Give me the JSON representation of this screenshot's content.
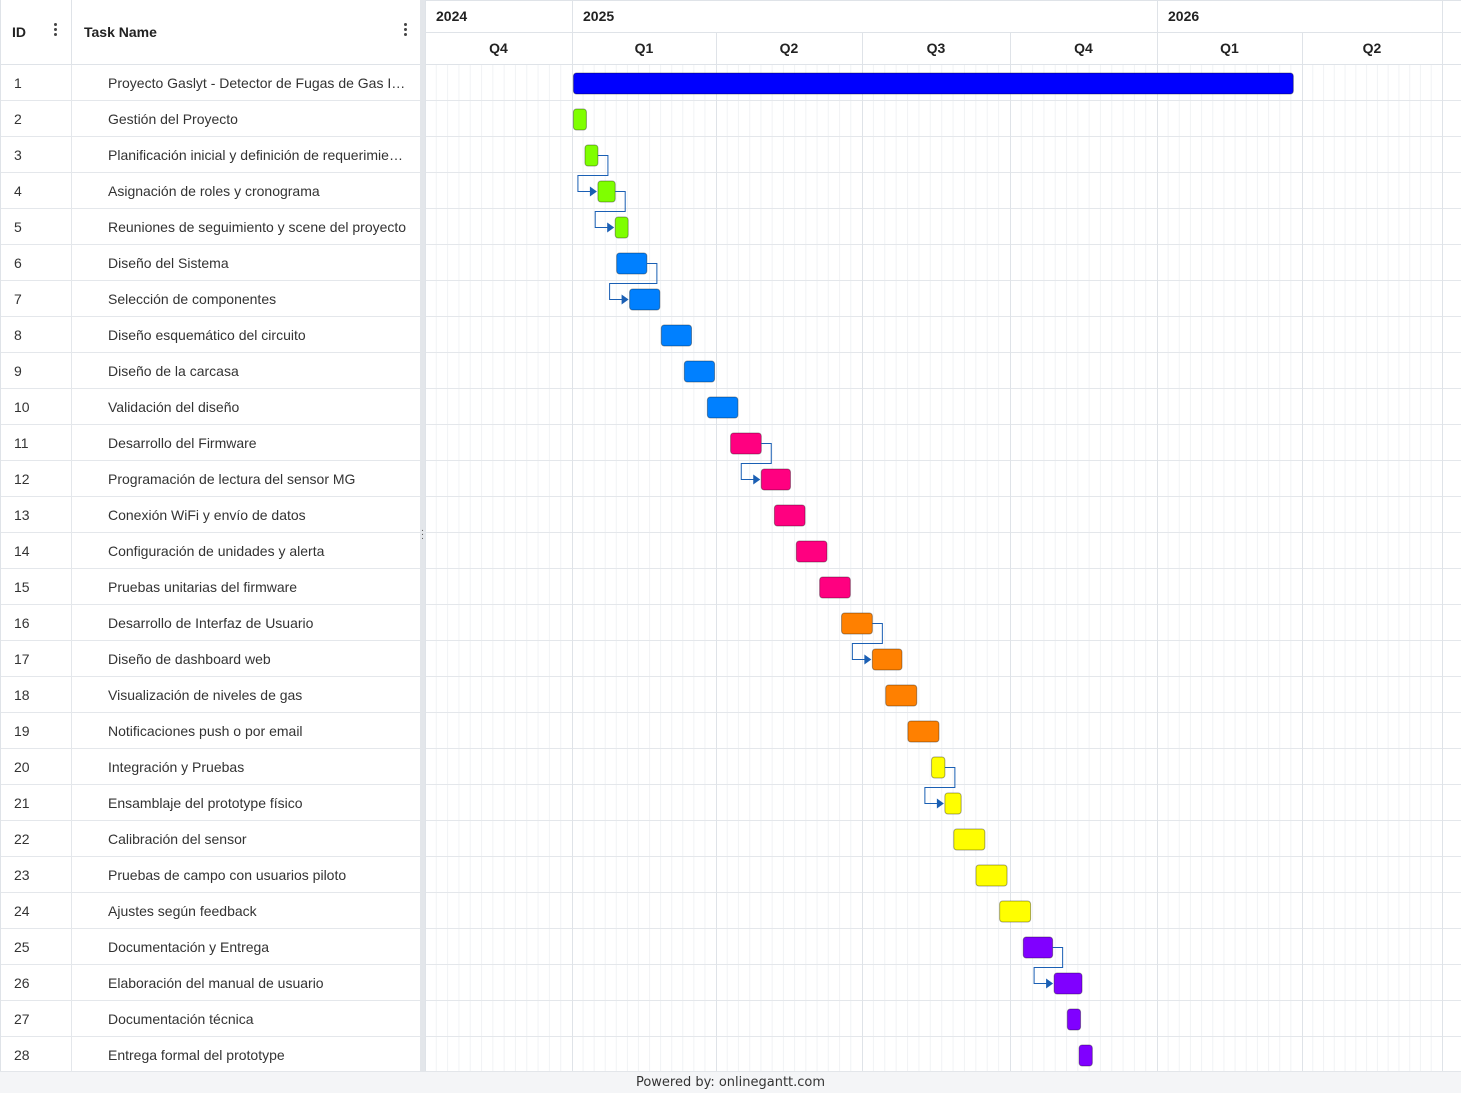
{
  "columns": {
    "id": "ID",
    "name": "Task Name"
  },
  "timeline": {
    "years": [
      "2024",
      "2025",
      "2026"
    ],
    "quarters": [
      "Q4",
      "Q1",
      "Q2",
      "Q3",
      "Q4",
      "Q1",
      "Q2"
    ]
  },
  "tasks": [
    {
      "id": "1",
      "name": "Proyecto Gaslyt - Detector de Fugas de Gas Inteligente",
      "color": "#0000ff",
      "start": 0.01,
      "end": 4.94
    },
    {
      "id": "2",
      "name": "Gestión del Proyecto",
      "color": "#7fff00",
      "start": 0.01,
      "end": 0.1
    },
    {
      "id": "3",
      "name": "Planificación inicial y definición de requerimientos",
      "color": "#7fff00",
      "start": 0.09,
      "end": 0.18
    },
    {
      "id": "4",
      "name": "Asignación de roles y cronograma",
      "color": "#7fff00",
      "start": 0.18,
      "end": 0.3
    },
    {
      "id": "5",
      "name": "Reuniones de seguimiento y scene del proyecto",
      "color": "#7fff00",
      "start": 0.3,
      "end": 0.39
    },
    {
      "id": "6",
      "name": "Diseño del Sistema",
      "color": "#0080ff",
      "start": 0.31,
      "end": 0.52
    },
    {
      "id": "7",
      "name": "Selección de componentes",
      "color": "#0080ff",
      "start": 0.4,
      "end": 0.61
    },
    {
      "id": "8",
      "name": "Diseño esquemático del circuito",
      "color": "#0080ff",
      "start": 0.62,
      "end": 0.83
    },
    {
      "id": "9",
      "name": "Diseño de la carcasa",
      "color": "#0080ff",
      "start": 0.78,
      "end": 0.99
    },
    {
      "id": "10",
      "name": "Validación del diseño",
      "color": "#0080ff",
      "start": 0.94,
      "end": 1.15
    },
    {
      "id": "11",
      "name": "Desarrollo del Firmware",
      "color": "#ff0080",
      "start": 1.1,
      "end": 1.31
    },
    {
      "id": "12",
      "name": "Programación de lectura del sensor MG",
      "color": "#ff0080",
      "start": 1.31,
      "end": 1.51
    },
    {
      "id": "13",
      "name": "Conexión WiFi y envío de datos",
      "color": "#ff0080",
      "start": 1.4,
      "end": 1.61
    },
    {
      "id": "14",
      "name": "Configuración de unidades y alerta",
      "color": "#ff0080",
      "start": 1.55,
      "end": 1.76
    },
    {
      "id": "15",
      "name": "Pruebas unitarias del firmware",
      "color": "#ff0080",
      "start": 1.71,
      "end": 1.92
    },
    {
      "id": "16",
      "name": "Desarrollo de Interfaz de Usuario",
      "color": "#ff8000",
      "start": 1.86,
      "end": 2.07
    },
    {
      "id": "17",
      "name": "Diseño de dashboard web",
      "color": "#ff8000",
      "start": 2.07,
      "end": 2.27
    },
    {
      "id": "18",
      "name": "Visualización de niveles de gas",
      "color": "#ff8000",
      "start": 2.16,
      "end": 2.37
    },
    {
      "id": "19",
      "name": "Notificaciones push o por email",
      "color": "#ff8000",
      "start": 2.31,
      "end": 2.52
    },
    {
      "id": "20",
      "name": "Integración y Pruebas",
      "color": "#ffff00",
      "start": 2.47,
      "end": 2.56
    },
    {
      "id": "21",
      "name": "Ensamblaje del prototype físico",
      "color": "#ffff00",
      "start": 2.56,
      "end": 2.67
    },
    {
      "id": "22",
      "name": "Calibración del sensor",
      "color": "#ffff00",
      "start": 2.62,
      "end": 2.83
    },
    {
      "id": "23",
      "name": "Pruebas de campo con usuarios piloto",
      "color": "#ffff00",
      "start": 2.77,
      "end": 2.98
    },
    {
      "id": "24",
      "name": "Ajustes según feedback",
      "color": "#ffff00",
      "start": 2.93,
      "end": 3.14
    },
    {
      "id": "25",
      "name": "Documentación y Entrega",
      "color": "#8000ff",
      "start": 3.09,
      "end": 3.29
    },
    {
      "id": "26",
      "name": "Elaboración del manual de usuario",
      "color": "#8000ff",
      "start": 3.3,
      "end": 3.49
    },
    {
      "id": "27",
      "name": "Documentación técnica",
      "color": "#8000ff",
      "start": 3.39,
      "end": 3.48
    },
    {
      "id": "28",
      "name": "Entrega formal del prototype",
      "color": "#8000ff",
      "start": 3.47,
      "end": 3.56
    }
  ],
  "dependencies": [
    [
      3,
      4
    ],
    [
      4,
      5
    ],
    [
      6,
      7
    ],
    [
      11,
      12
    ],
    [
      16,
      17
    ],
    [
      20,
      21
    ],
    [
      25,
      26
    ]
  ],
  "footer": {
    "text": "Powered by: onlinegantt.com"
  }
}
